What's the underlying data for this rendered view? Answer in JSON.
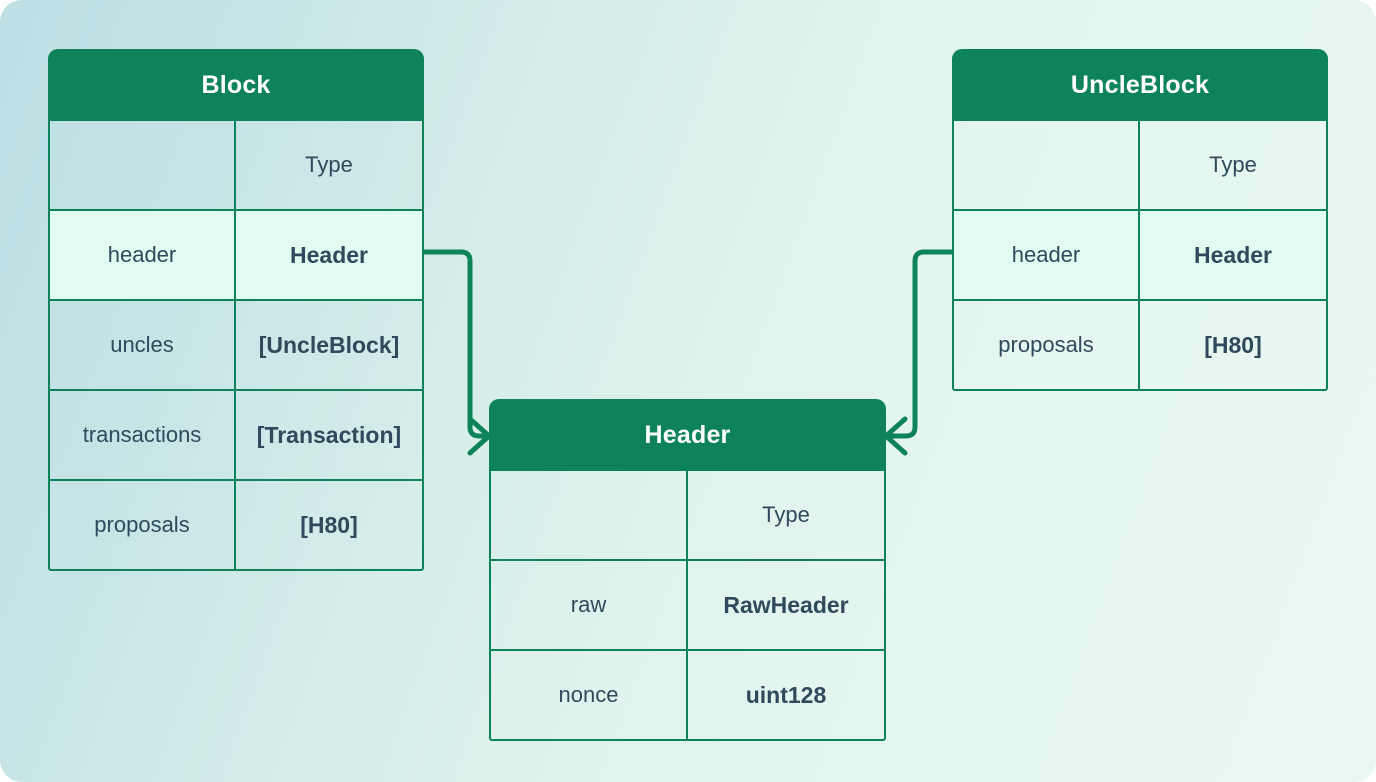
{
  "diagram": {
    "title": "Block / UncleBlock / Header entity relationship diagram",
    "accent_color": "#0e8359",
    "text_color": "#2e4a5c",
    "highlight_row_color": "#e1fbf0",
    "background_from": "#bddfe4",
    "background_to": "#e8f7f1",
    "type_column_header": "Type"
  },
  "entities": [
    {
      "id": "block",
      "title": "Block",
      "rows": [
        {
          "name": "",
          "type": "Type",
          "header": true
        },
        {
          "name": "header",
          "type": "Header",
          "highlight": true
        },
        {
          "name": "uncles",
          "type": "[UncleBlock]"
        },
        {
          "name": "transactions",
          "type": "[Transaction]"
        },
        {
          "name": "proposals",
          "type": "[H80]"
        }
      ]
    },
    {
      "id": "uncleblock",
      "title": "UncleBlock",
      "rows": [
        {
          "name": "",
          "type": "Type",
          "header": true
        },
        {
          "name": "header",
          "type": "Header",
          "highlight": true
        },
        {
          "name": "proposals",
          "type": "[H80]"
        }
      ]
    },
    {
      "id": "header",
      "title": "Header",
      "rows": [
        {
          "name": "",
          "type": "Type",
          "header": true
        },
        {
          "name": "raw",
          "type": "RawHeader"
        },
        {
          "name": "nonce",
          "type": "uint128"
        }
      ]
    }
  ],
  "relationships": [
    {
      "from": "block.header",
      "to": "header",
      "arrow": "chevron-right"
    },
    {
      "from": "uncleblock.header",
      "to": "header",
      "arrow": "chevron-left"
    }
  ]
}
